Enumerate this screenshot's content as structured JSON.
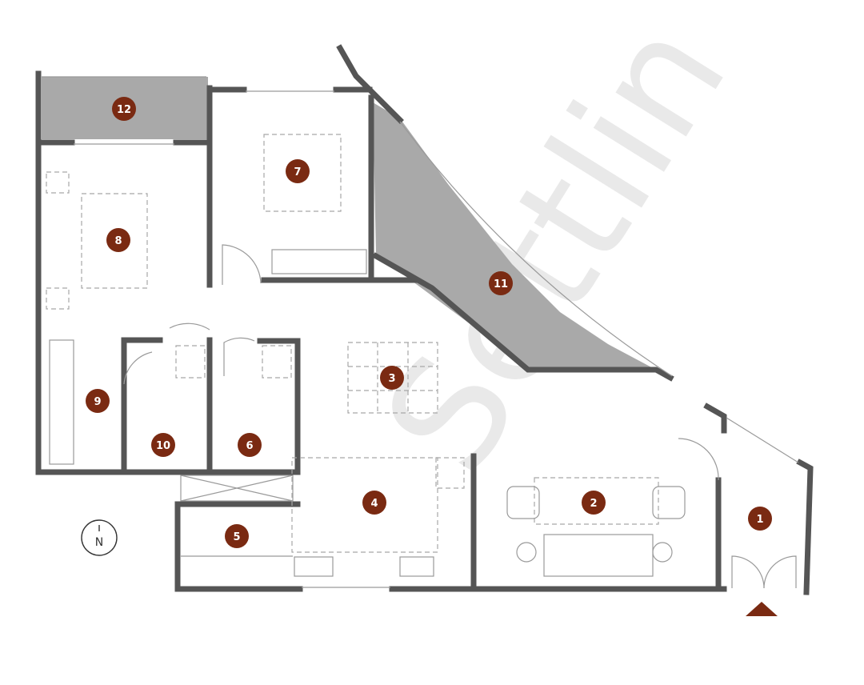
{
  "watermark": "Settlin",
  "compass": {
    "label": "N"
  },
  "colors": {
    "wall": "#555555",
    "marker": "#7a2a12",
    "balcony": "#a9a9a9"
  },
  "rooms": [
    {
      "id": "1",
      "label": "1"
    },
    {
      "id": "2",
      "label": "2"
    },
    {
      "id": "3",
      "label": "3"
    },
    {
      "id": "4",
      "label": "4"
    },
    {
      "id": "5",
      "label": "5"
    },
    {
      "id": "6",
      "label": "6"
    },
    {
      "id": "7",
      "label": "7"
    },
    {
      "id": "8",
      "label": "8"
    },
    {
      "id": "9",
      "label": "9"
    },
    {
      "id": "10",
      "label": "10"
    },
    {
      "id": "11",
      "label": "11"
    },
    {
      "id": "12",
      "label": "12"
    }
  ],
  "entrance": {
    "icon": "entrance-arrow-icon"
  }
}
